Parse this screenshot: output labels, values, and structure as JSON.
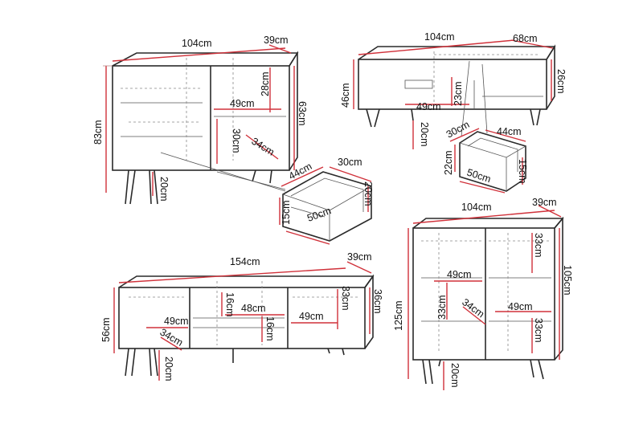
{
  "sideboard": {
    "width": "104cm",
    "depth": "39cm",
    "height": "83cm",
    "body_height": "63cm",
    "shelf_height": "28cm",
    "shelf_width": "49cm",
    "inner_height": "30cm",
    "inner_depth": "34cm",
    "leg": "20cm"
  },
  "sideboard_drawer": {
    "depth": "44cm",
    "front": "30cm",
    "width": "50cm",
    "height": "15cm",
    "side": "20cm"
  },
  "coffee_table": {
    "width": "104cm",
    "depth": "68cm",
    "height": "46cm",
    "body_height": "26cm",
    "inner_width": "49cm",
    "inner_height": "23cm",
    "leg": "20cm"
  },
  "coffee_drawer": {
    "front": "30cm",
    "depth": "44cm",
    "height": "22cm",
    "width": "50cm",
    "side": "15cm"
  },
  "tv_bench": {
    "width": "154cm",
    "depth": "39cm",
    "height": "56cm",
    "body_height": "36cm",
    "left_width": "49cm",
    "left_depth": "34cm",
    "mid_top": "16cm",
    "mid_width": "48cm",
    "mid_bottom": "16cm",
    "right_height": "33cm",
    "right_width": "49cm",
    "leg": "20cm"
  },
  "cabinet": {
    "width": "104cm",
    "depth": "39cm",
    "height": "125cm",
    "body_height": "105cm",
    "top_shelf": "33cm",
    "left_width": "49cm",
    "left_height": "33cm",
    "inner_depth": "34cm",
    "right_width": "49cm",
    "bottom_shelf": "33cm",
    "leg": "20cm"
  }
}
